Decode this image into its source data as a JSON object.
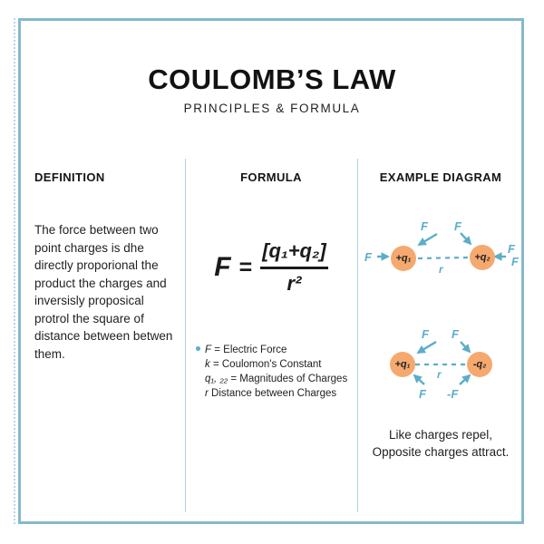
{
  "colors": {
    "accent_teal": "#5badc8",
    "charge_orange": "#f5a96f",
    "border_blue": "#85b9cb",
    "text_dark": "#1b1b1b"
  },
  "header": {
    "title": "COULOMB’S LAW",
    "subtitle": "PRINCIPLES & FORMULA"
  },
  "definition": {
    "heading": "DEFINITION",
    "lines": [
      "The force between two",
      "point charges is dhe",
      "directly proporional the",
      "product the charges and",
      "inversisly proposical",
      "protrol the square of",
      "distance between betwen",
      "them."
    ]
  },
  "formula": {
    "heading": "FORMULA",
    "lhs": "F",
    "equals": "=",
    "numerator": "[q₁+q₂]",
    "denominator": "r²",
    "legend": [
      {
        "sym": "F",
        "rest": "= Electric Force"
      },
      {
        "sym": "k",
        "rest": "= Coulomon's Constant"
      },
      {
        "sym": "q₁, ₂₂",
        "rest": "= Magnitudes of Charges"
      },
      {
        "sym": "r",
        "rest": "Distance between Charges"
      }
    ]
  },
  "diagram": {
    "heading": "EXAMPLE DIAGRAM",
    "force_label": "F",
    "neg_force_label": "-F",
    "distance_label": "r",
    "top": {
      "left_charge": "+q₁",
      "right_charge": "+q₂"
    },
    "bottom": {
      "left_charge": "+q₁",
      "right_charge": "-q₂"
    },
    "caption_line1": "Like charges repel,",
    "caption_line2": "Opposite charges attract."
  }
}
